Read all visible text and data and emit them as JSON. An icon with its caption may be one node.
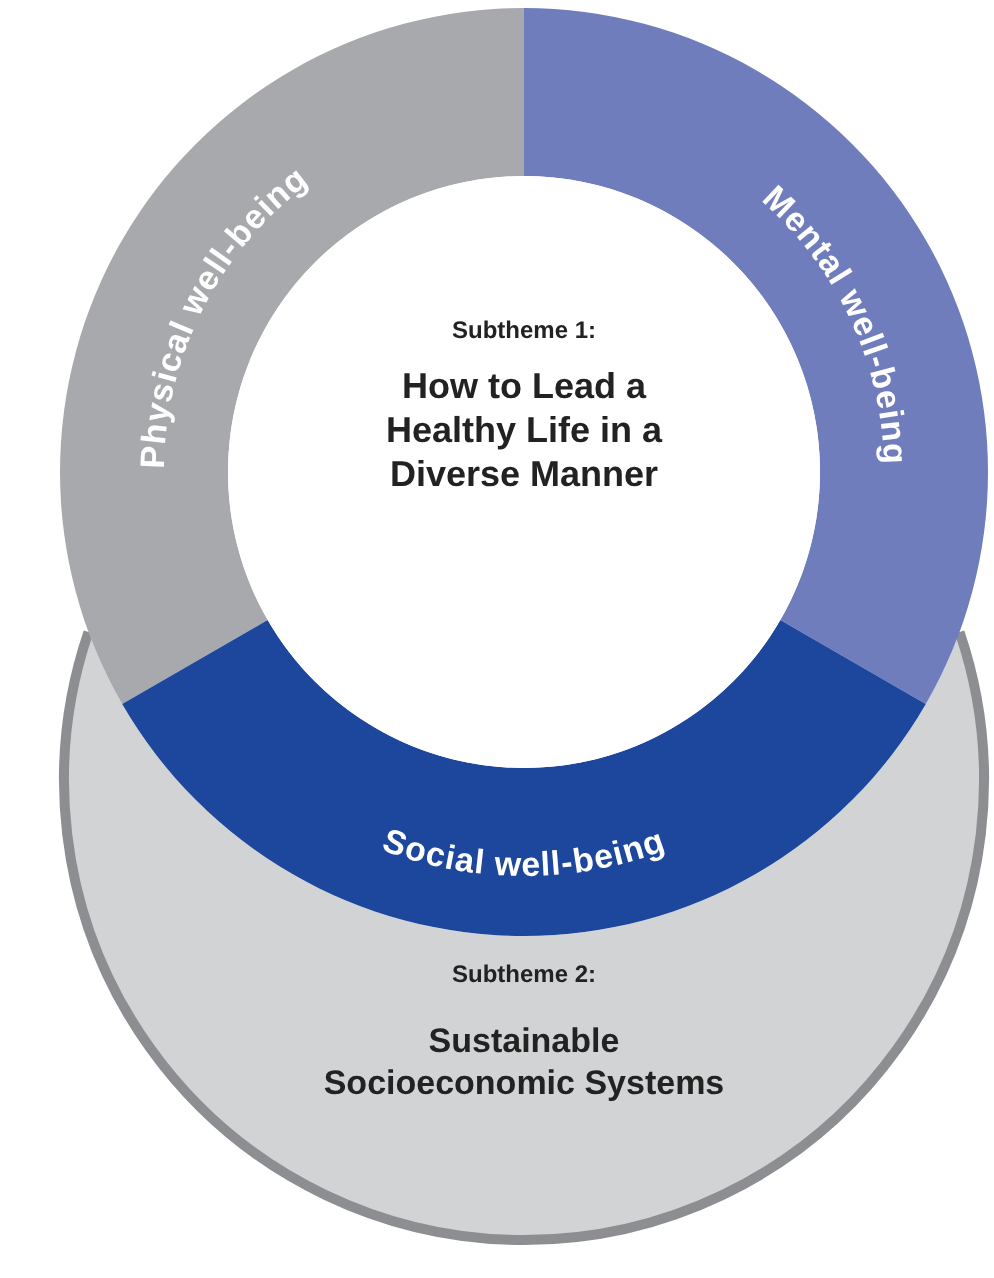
{
  "diagram": {
    "nodes": [
      {
        "text": [
          "Physical well-being"
        ]
      },
      {
        "text": [
          "Mental well-being"
        ]
      },
      {
        "text": [
          "Subtheme 1:",
          "How to Lead a Healthy Life in a Diverse Manner"
        ]
      },
      {
        "text": [
          "Social well-being"
        ]
      },
      {
        "text": [
          "Subtheme 2:",
          "Sustainable Socioeconomic Systems"
        ]
      }
    ]
  }
}
